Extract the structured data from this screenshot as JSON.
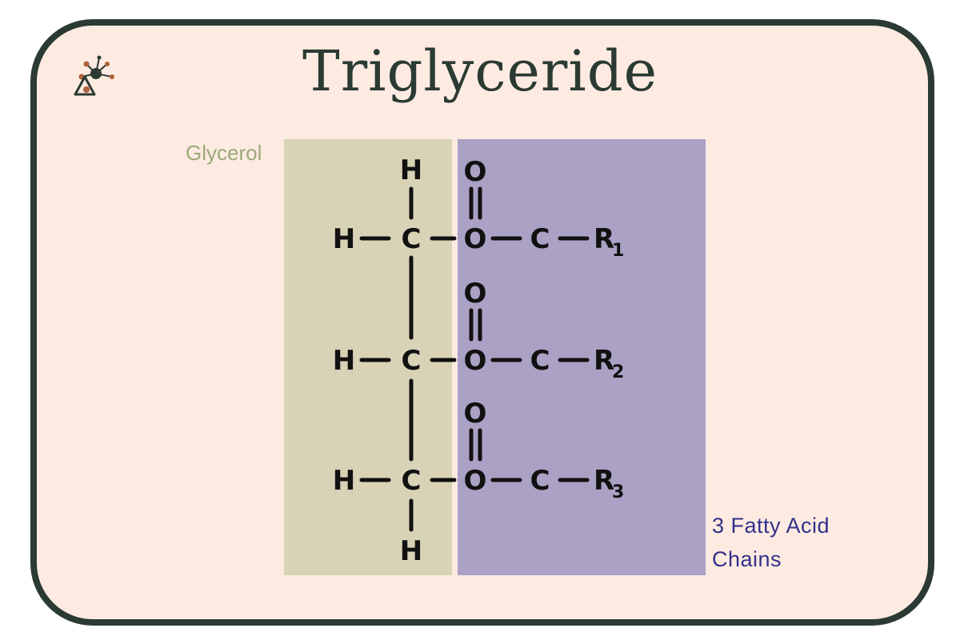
{
  "title": "Triglyceride",
  "labels": {
    "glycerol": "Glycerol",
    "fatty_acid_line1": "3 Fatty Acid",
    "fatty_acid_line2": "Chains"
  },
  "atoms": {
    "hydrogen": "H",
    "carbon": "C",
    "oxygen": "O",
    "r_group": "R"
  },
  "r_subscripts": [
    "1",
    "2",
    "3"
  ],
  "colors": {
    "card_background": "#fdebe1",
    "card_border": "#2b3a33",
    "glycerol_panel": "#d8d3b6",
    "fatty_acid_panel": "#aaa1c5",
    "glycerol_label": "#9ba878",
    "fatty_acid_label": "#33318a",
    "title": "#2b3a33"
  },
  "icons": {
    "logo": "molecule-logo-icon"
  }
}
